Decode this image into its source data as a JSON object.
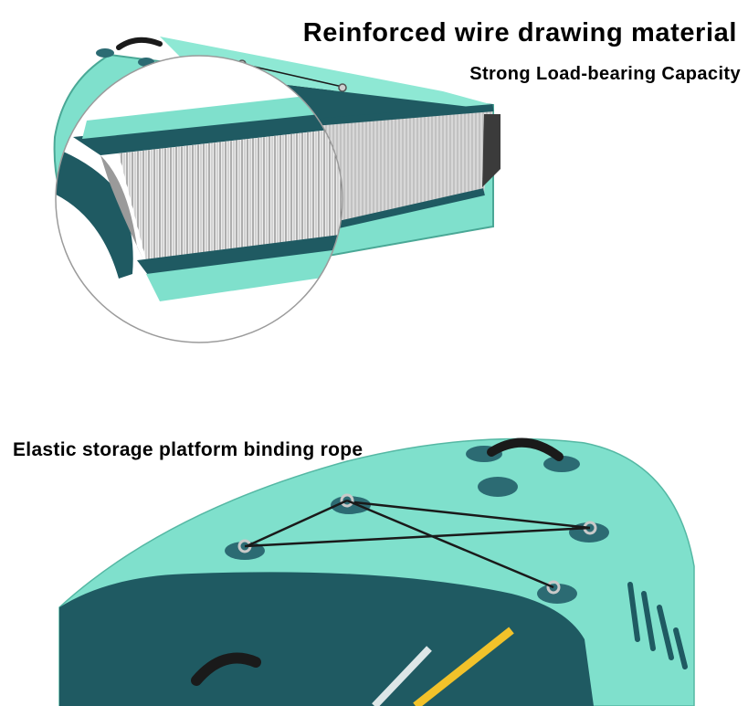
{
  "section_top": {
    "heading": "Reinforced wire drawing material",
    "subheading": "Strong Load-bearing Capacity"
  },
  "section_bottom": {
    "heading": "Elastic storage platform binding rope"
  },
  "colors": {
    "board_mint": "#7fe0cc",
    "board_dark_teal": "#1f5a62",
    "pad_teal": "#2c6b73",
    "accent_yellow": "#f2c22a",
    "rope_black": "#1a1a1a",
    "core_grey": "#d8d8d8"
  }
}
